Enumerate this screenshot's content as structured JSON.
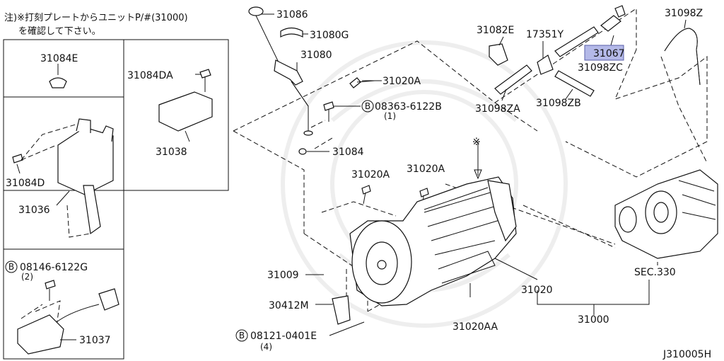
{
  "note": {
    "line1": "注)※打刻プレートからユニットP/#(31000)",
    "line2": "を確認して下さい。"
  },
  "callouts": {
    "p31086": "31086",
    "p31080g": "31080G",
    "p31080": "31080",
    "p31020a_top": "31020A",
    "bolt_08363": "08363-6122B",
    "bolt_08363_qty": "(1)",
    "p31084": "31084",
    "p31020a_left": "31020A",
    "p31020a_mid": "31020A",
    "star_mark": "※",
    "p31082e": "31082E",
    "p17351y": "17351Y",
    "p31067": "31067",
    "p31098zc": "31098ZC",
    "p31098za": "31098ZA",
    "p31098zb": "31098ZB",
    "p31098z": "31098Z",
    "p31084e": "31084E",
    "p31084da": "31084DA",
    "p31038": "31038",
    "p31084d": "31084D",
    "p31036": "31036",
    "bolt_08146": "08146-6122G",
    "bolt_08146_qty": "(2)",
    "p31037": "31037",
    "p31009": "31009",
    "p30412m": "30412M",
    "bolt_08121": "08121-0401E",
    "bolt_08121_qty": "(4)",
    "p31020aa": "31020AA",
    "p31020": "31020",
    "p31000": "31000",
    "sec330": "SEC.330",
    "b_mark": "B"
  },
  "diagram_id": "J310005H",
  "colors": {
    "highlight": "#b4b9e8",
    "line": "#111111"
  }
}
